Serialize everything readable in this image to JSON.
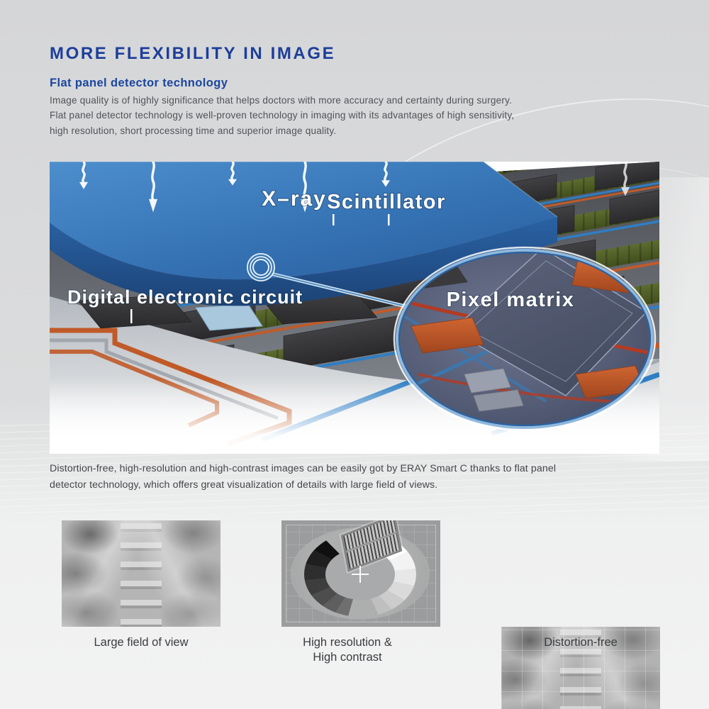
{
  "page": {
    "title": "MORE FLEXIBILITY IN IMAGE",
    "title_color": "#1d3e9a",
    "background_color": "#d9dadb"
  },
  "section": {
    "subtitle": "Flat panel detector technology",
    "intro": "Image quality is of highly significance that helps doctors with more accuracy and certainty during surgery.\nFlat panel detector technology is well-proven technology in imaging with its advantages of high sensitivity,\nhigh resolution, short processing time and superior image quality.",
    "body": "Distortion-free, high-resolution and high-contrast images can be easily got by ERAY Smart C thanks to flat panel\ndetector technology, which offers great visualization of details with large field of views."
  },
  "diagram": {
    "labels": {
      "xray": "X–ray",
      "scintillator": "Scintillator",
      "circuit": "Digital electronic circuit",
      "pixel_matrix": "Pixel matrix"
    },
    "icons": {
      "arrow": "wavy-down-arrow",
      "callout": "magnifier-callout-circle"
    },
    "colors": {
      "scintillator_blue": "#3c76b4",
      "trace_orange": "#c05a28",
      "trace_blue": "#2f7ec4",
      "board_green": "#51602a",
      "chip_dark": "#343437",
      "pad_orange": "#c2502a"
    }
  },
  "features": [
    {
      "caption": "Large field of view",
      "image": "lumbar-spine-xray"
    },
    {
      "caption": "High resolution &\nHigh contrast",
      "image": "resolution-test-phantom"
    },
    {
      "caption": "Distortion-free",
      "image": "spine-xray-with-grid"
    }
  ]
}
